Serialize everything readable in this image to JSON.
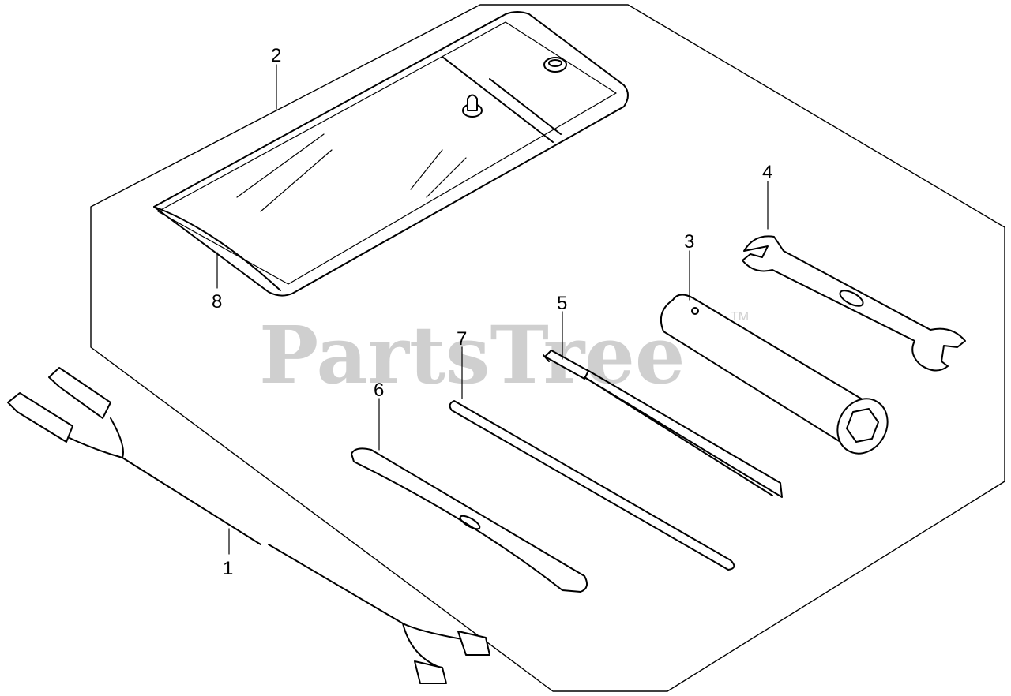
{
  "watermark": {
    "text": "PartsTree",
    "trademark": "TM"
  },
  "callouts": [
    "1",
    "2",
    "3",
    "4",
    "5",
    "6",
    "7",
    "8"
  ]
}
